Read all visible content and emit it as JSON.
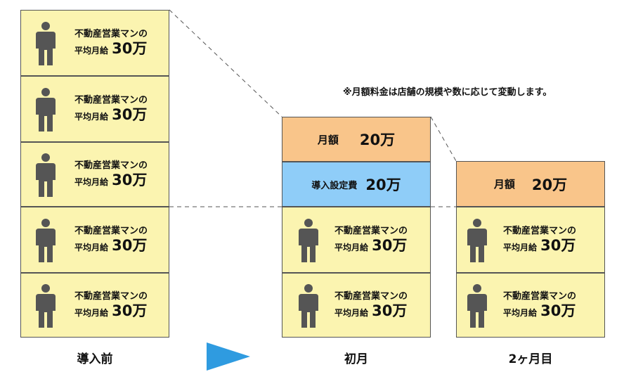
{
  "note": "※月額料金は店舗の規模や数に応じて変動します。",
  "worker": {
    "line1": "不動産営業マンの",
    "line2_prefix": "平均月給",
    "line2_value": "30万",
    "icon": "person-icon"
  },
  "before": {
    "label": "導入前"
  },
  "first_month": {
    "label": "初月",
    "monthly_fee_label": "月額",
    "monthly_fee_value": "20万",
    "setup_fee_label": "導入設定費",
    "setup_fee_value": "20万"
  },
  "second_month": {
    "label": "2ヶ月目",
    "monthly_fee_label": "月額",
    "monthly_fee_value": "20万"
  },
  "colors": {
    "worker_bg": "#fbf4b0",
    "fee_orange": "#f9c58a",
    "fee_blue": "#8fcdf8",
    "arrow": "#2f9be0",
    "person": "#555555"
  }
}
